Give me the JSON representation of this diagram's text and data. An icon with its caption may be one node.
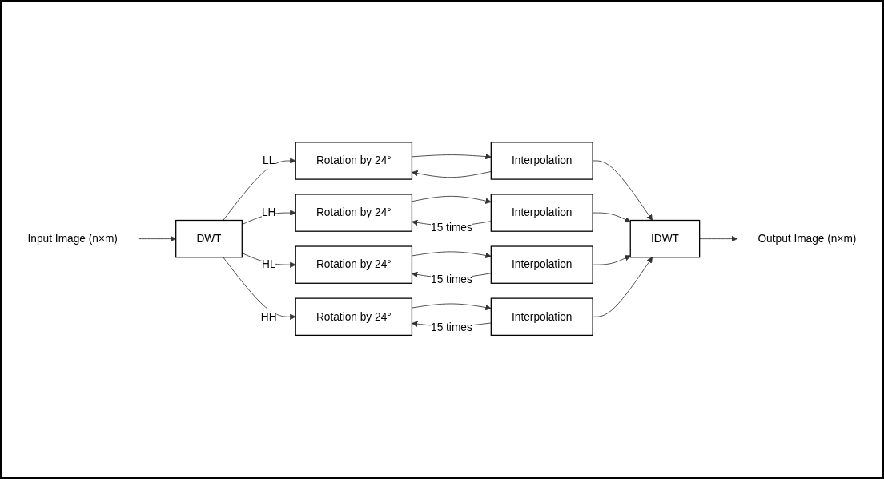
{
  "diagram": {
    "nodes": [
      {
        "text": [
          "Input Image (n×m)"
        ]
      },
      {
        "text": [
          "DWT"
        ]
      },
      {
        "text": [
          "Rotation by 24°"
        ]
      },
      {
        "text": [
          "Interpolation"
        ]
      },
      {
        "text": [
          "Rotation by 24°"
        ]
      },
      {
        "text": [
          "Interpolation"
        ]
      },
      {
        "text": [
          "Rotation by 24°"
        ]
      },
      {
        "text": [
          "Interpolation"
        ]
      },
      {
        "text": [
          "Rotation by 24°"
        ]
      },
      {
        "text": [
          "Interpolation"
        ]
      },
      {
        "text": [
          "IDWT"
        ]
      },
      {
        "text": [
          "Output Image (n×m)"
        ]
      }
    ],
    "edges": [
      {
        "from": 0,
        "to": 1,
        "arrow": "to"
      },
      {
        "from": 1,
        "to": 2,
        "arrow": "to",
        "label": "LL"
      },
      {
        "from": 1,
        "to": 4,
        "arrow": "to",
        "label": "LH"
      },
      {
        "from": 1,
        "to": 6,
        "arrow": "to",
        "label": "HL"
      },
      {
        "from": 1,
        "to": 8,
        "arrow": "to",
        "label": "HH"
      },
      {
        "from": 2,
        "to": 3,
        "arrow": "to"
      },
      {
        "from": 3,
        "to": 2,
        "arrow": "to"
      },
      {
        "from": 3,
        "to": 10,
        "arrow": "to"
      },
      {
        "from": 4,
        "to": 5,
        "arrow": "to"
      },
      {
        "from": 5,
        "to": 4,
        "arrow": "to",
        "label": "15 times"
      },
      {
        "from": 5,
        "to": 10,
        "arrow": "to"
      },
      {
        "from": 6,
        "to": 7,
        "arrow": "to"
      },
      {
        "from": 7,
        "to": 6,
        "arrow": "to",
        "label": "15 times"
      },
      {
        "from": 7,
        "to": 10,
        "arrow": "to"
      },
      {
        "from": 8,
        "to": 9,
        "arrow": "to"
      },
      {
        "from": 9,
        "to": 8,
        "arrow": "to",
        "label": "15 times"
      },
      {
        "from": 9,
        "to": 10,
        "arrow": "to"
      },
      {
        "from": 10,
        "to": 11,
        "arrow": "to"
      }
    ]
  }
}
